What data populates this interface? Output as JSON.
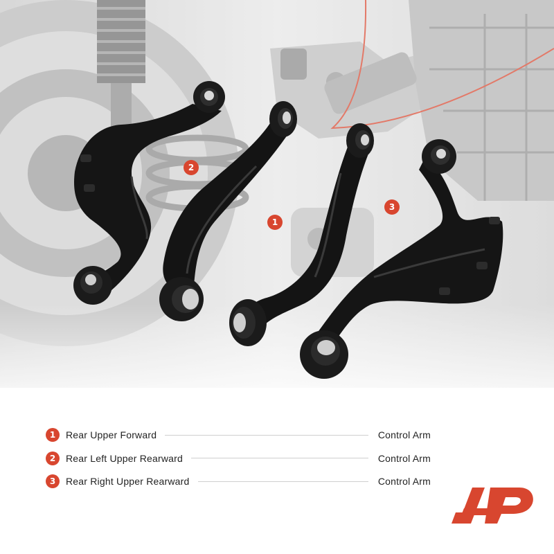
{
  "callouts": [
    "1",
    "2",
    "3"
  ],
  "legend": [
    {
      "number": "1",
      "label": "Rear Upper Forward",
      "type": "Control Arm"
    },
    {
      "number": "2",
      "label": "Rear Left Upper Rearward",
      "type": "Control Arm"
    },
    {
      "number": "3",
      "label": "Rear Right Upper Rearward",
      "type": "Control Arm"
    }
  ],
  "colors": {
    "accent": "#d8462f",
    "arm": "#141414",
    "background": "#ffffff"
  },
  "icons": [
    "brand-logo"
  ]
}
